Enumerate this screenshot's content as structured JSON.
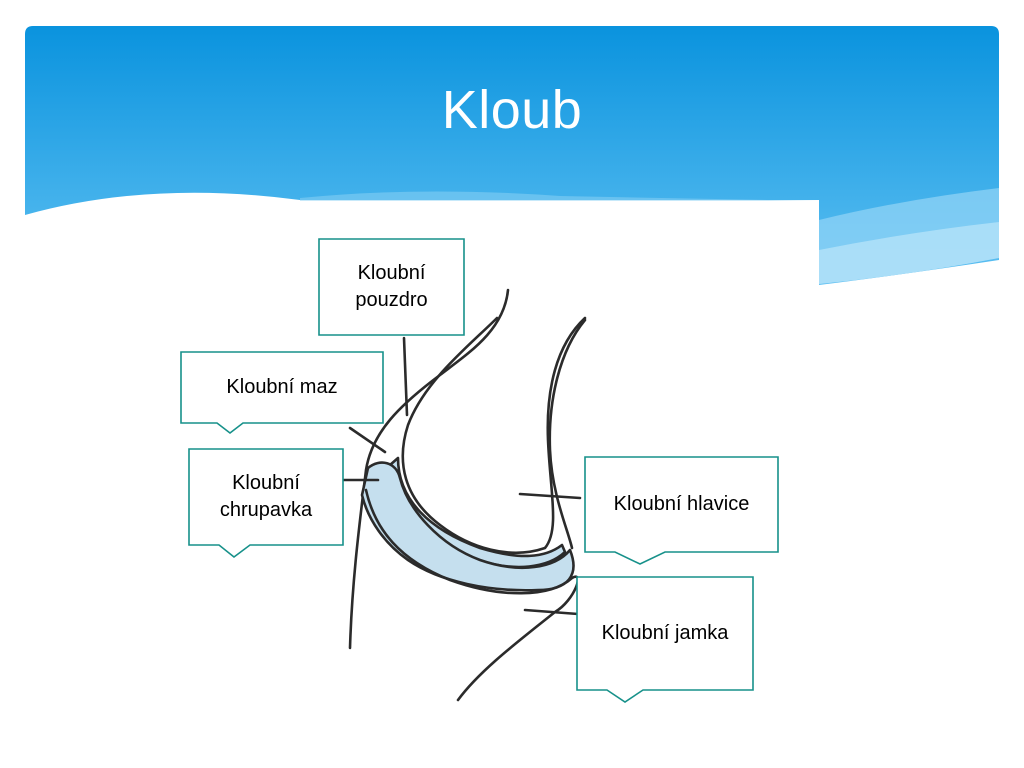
{
  "slide": {
    "title": "Kloub"
  },
  "theme": {
    "header_gradient_top": "#0a93de",
    "header_gradient_bottom": "#5ec0f2",
    "callout_border": "#17918a",
    "cartilage_fill": "#c5dfee",
    "line_color": "#2b2b2b"
  },
  "labels": {
    "capsule": "Kloubní\npouzdro",
    "synovial_fluid": "Kloubní maz",
    "cartilage": "Kloubní\nchrupavka",
    "head": "Kloubní hlavice",
    "socket": "Kloubní jamka"
  }
}
